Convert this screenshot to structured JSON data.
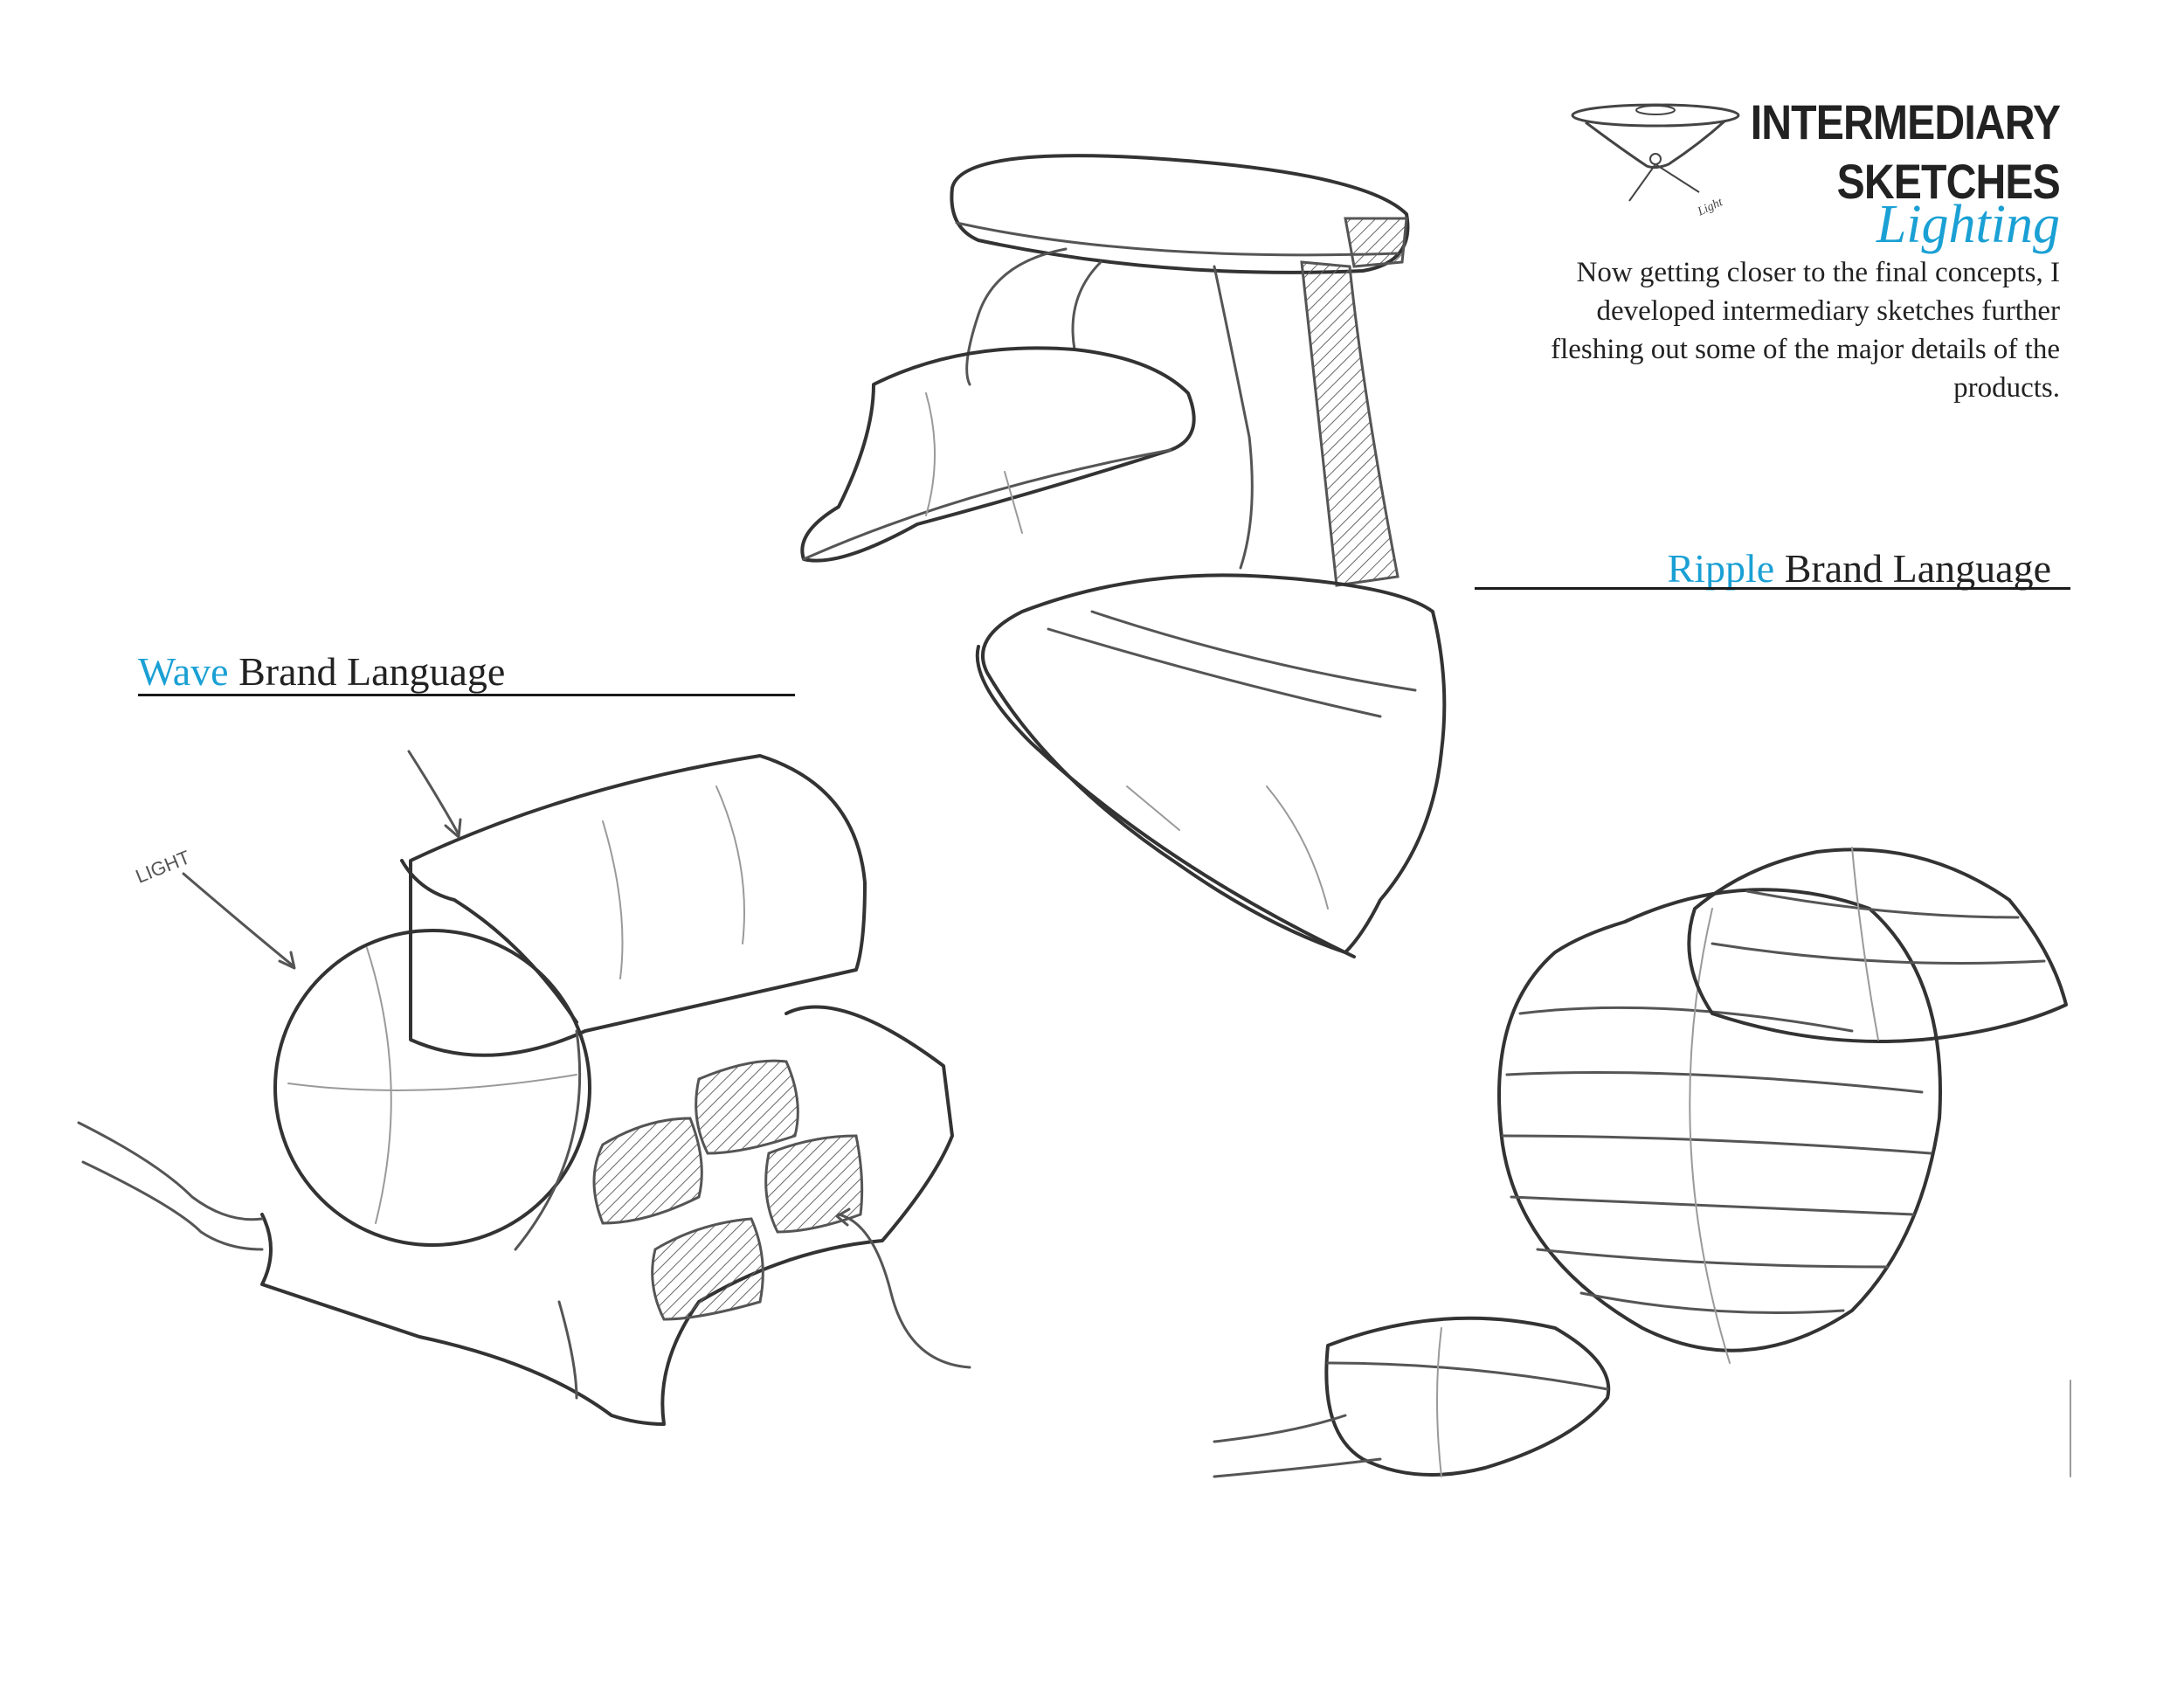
{
  "header": {
    "title_line1": "INTERMEDIARY",
    "title_line2": "SKETCHES",
    "subtitle": "Lighting",
    "intro": "Now getting closer to the final concepts, I developed intermediary sketches further fleshing out some of the major details of the products."
  },
  "icon": {
    "name": "ceiling-light-icon",
    "label": "Light"
  },
  "wave": {
    "accent": "Wave",
    "rest": " Brand Language",
    "annotation": "LIGHT"
  },
  "ripple": {
    "accent": "Ripple",
    "rest": " Brand Language"
  },
  "colors": {
    "accent": "#1aa0d4",
    "text": "#222222",
    "pencil": "#555555"
  }
}
